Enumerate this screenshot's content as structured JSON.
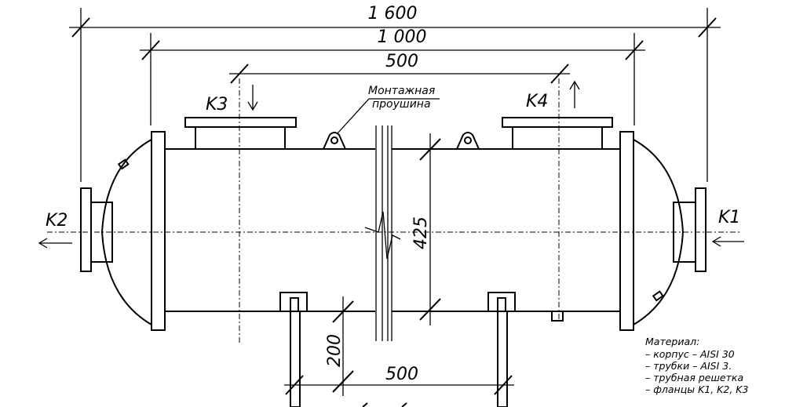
{
  "dimensions": {
    "total_length": "1 600",
    "body_length": "1 000",
    "nozzle_spacing_top": "500",
    "shell_diameter": "425",
    "support_height": "200",
    "support_spacing": "500"
  },
  "ports": {
    "k1": "K1",
    "k2": "K2",
    "k3": "K3",
    "k4": "K4"
  },
  "annotation": {
    "lifting_lug_line1": "Монтажная",
    "lifting_lug_line2": "проушина"
  },
  "materials": {
    "title": "Материал:",
    "items": [
      "– корпус  –  AISI 30",
      "– трубки  –  AISI 3.",
      "– трубная решетка",
      "– фланцы K1, K2, K3"
    ]
  }
}
